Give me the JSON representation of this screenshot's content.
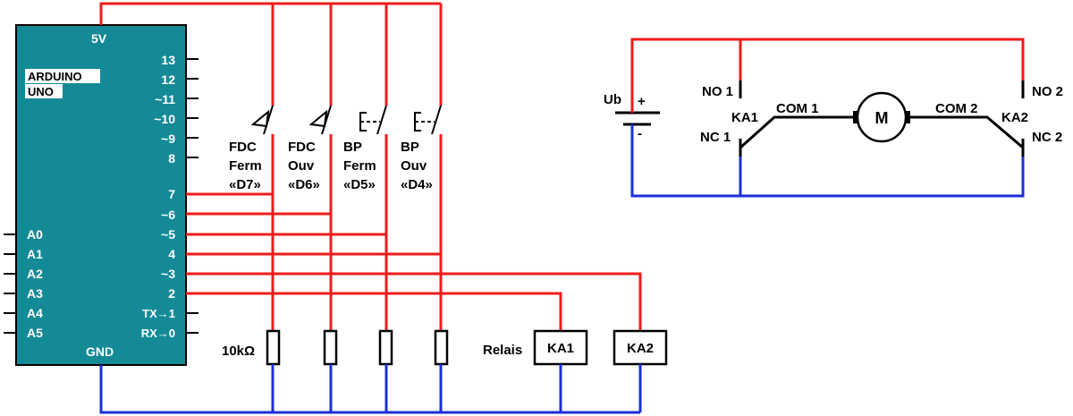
{
  "colors": {
    "board": "#148a96",
    "positive": "#ee1c1c",
    "ground": "#1c2fd8",
    "line": "#000000"
  },
  "arduino": {
    "supply_label": "5V",
    "name_line1": "ARDUINO",
    "name_line2": "UNO",
    "ground_label": "GND",
    "digital_pins": [
      "13",
      "12",
      "~11",
      "~10",
      "~9",
      "8",
      "7",
      "~6",
      "~5",
      "4",
      "~3",
      "2",
      "TX→1",
      "RX→0"
    ],
    "analog_pins": [
      "A0",
      "A1",
      "A2",
      "A3",
      "A4",
      "A5"
    ]
  },
  "inputs": [
    {
      "symbol": "limit-switch",
      "line1": "FDC",
      "line2": "Ferm",
      "line3": "«D7»"
    },
    {
      "symbol": "limit-switch",
      "line1": "FDC",
      "line2": "Ouv",
      "line3": "«D6»"
    },
    {
      "symbol": "push-button",
      "line1": "BP",
      "line2": "Ferm",
      "line3": "«D5»"
    },
    {
      "symbol": "push-button",
      "line1": "BP",
      "line2": "Ouv",
      "line3": "«D4»"
    }
  ],
  "resistor_label": "10kΩ",
  "relays": {
    "label": "Relais",
    "coils": [
      "KA1",
      "KA2"
    ]
  },
  "power_circuit": {
    "battery_label": "Ub",
    "plus": "+",
    "minus": "-",
    "motor": "M",
    "relay1": {
      "name": "KA1",
      "no": "NO 1",
      "nc": "NC 1",
      "com": "COM 1"
    },
    "relay2": {
      "name": "KA2",
      "no": "NO 2",
      "nc": "NC 2",
      "com": "COM 2"
    }
  }
}
